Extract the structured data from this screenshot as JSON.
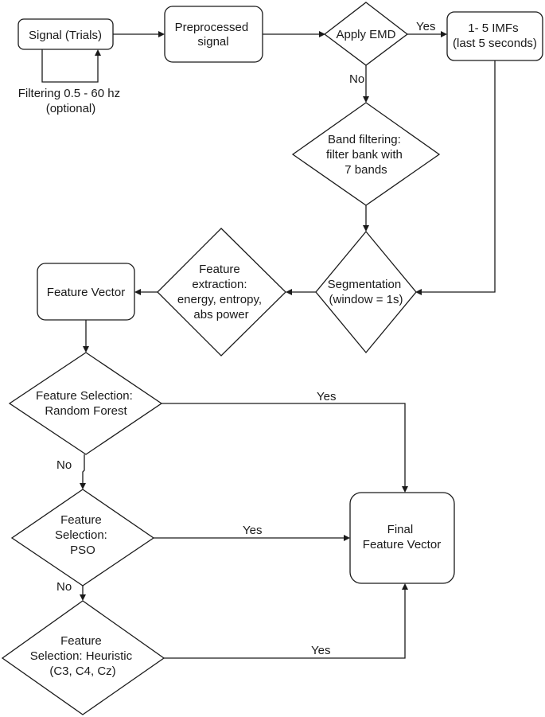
{
  "nodes": {
    "signal_trials": [
      "Signal (Trials)"
    ],
    "preprocessed_signal": [
      "Preprocessed",
      "signal"
    ],
    "apply_emd": [
      "Apply EMD"
    ],
    "imfs": [
      "1- 5 IMFs",
      "(last 5 seconds)"
    ],
    "band_filtering": [
      "Band filtering:",
      "filter bank with",
      "7 bands"
    ],
    "segmentation": [
      "Segmentation",
      "(window = 1s)"
    ],
    "feature_extraction": [
      "Feature",
      "extraction:",
      "energy, entropy,",
      "abs power"
    ],
    "feature_vector": [
      "Feature Vector"
    ],
    "fs_random_forest": [
      "Feature Selection:",
      "Random Forest"
    ],
    "fs_pso": [
      "Feature",
      "Selection:",
      "PSO"
    ],
    "fs_heuristic": [
      "Feature",
      "Selection: Heuristic",
      "(C3, C4, Cz)"
    ],
    "final_feature_vector": [
      "Final",
      "Feature Vector"
    ]
  },
  "edge_labels": {
    "filtering_loop": [
      "Filtering 0.5 - 60 hz",
      "(optional)"
    ],
    "emd_yes": "Yes",
    "emd_no": "No",
    "rf_yes": "Yes",
    "rf_no": "No",
    "pso_yes": "Yes",
    "pso_no": "No",
    "heuristic_yes": "Yes"
  }
}
